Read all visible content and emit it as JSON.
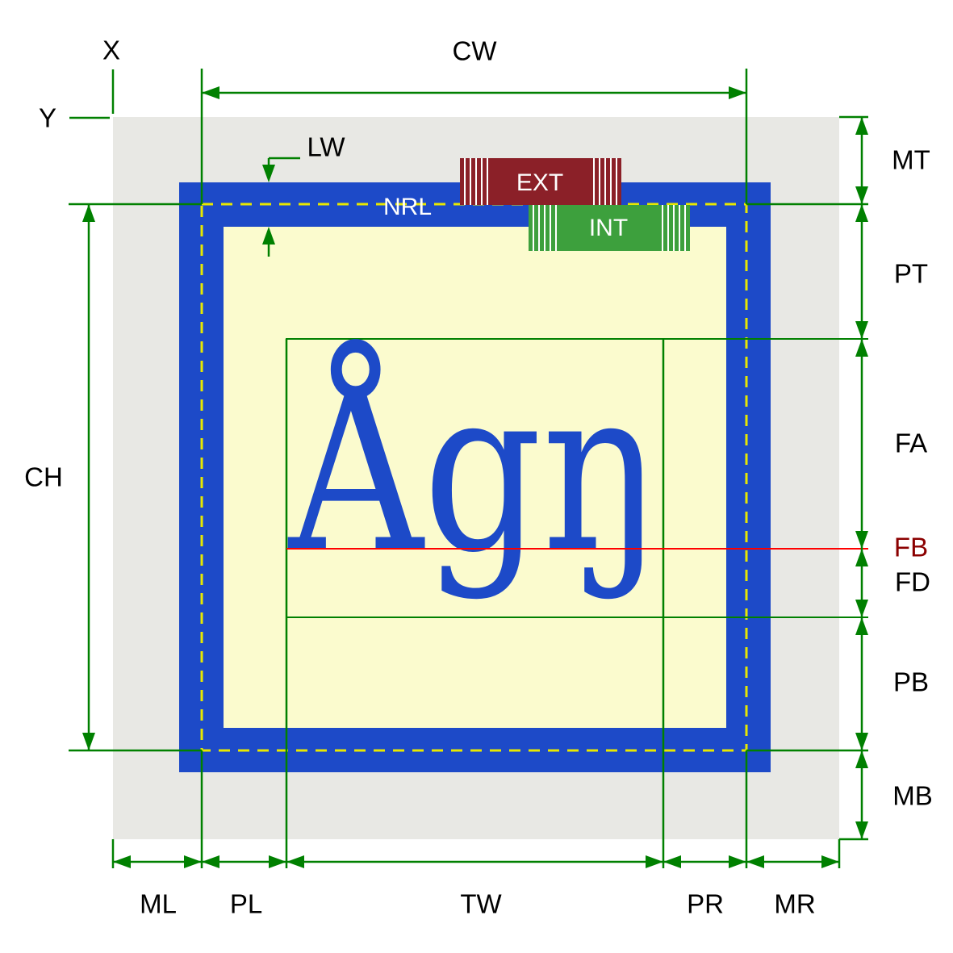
{
  "diagram": {
    "glyph_text": "Ågŋ",
    "labels": {
      "x": "X",
      "y": "Y",
      "cw": "CW",
      "ch": "CH",
      "lw": "LW",
      "nrl": "NRL",
      "ext": "EXT",
      "int": "INT",
      "mt": "MT",
      "pt": "PT",
      "fa": "FA",
      "fb": "FB",
      "fd": "FD",
      "pb": "PB",
      "mb": "MB",
      "ml": "ML",
      "pl": "PL",
      "tw": "TW",
      "pr": "PR",
      "mr": "MR"
    },
    "colors": {
      "dimension_green": "#008000",
      "border_blue": "#1d4ac8",
      "padding_cream": "#fbfbce",
      "margin_gray": "#e8e8e4",
      "ext_red": "#8b2028",
      "int_green": "#3da03d",
      "baseline_red": "#ff0000",
      "fb_label_red": "#8b0000",
      "nrl_yellow": "#e8e800"
    }
  }
}
